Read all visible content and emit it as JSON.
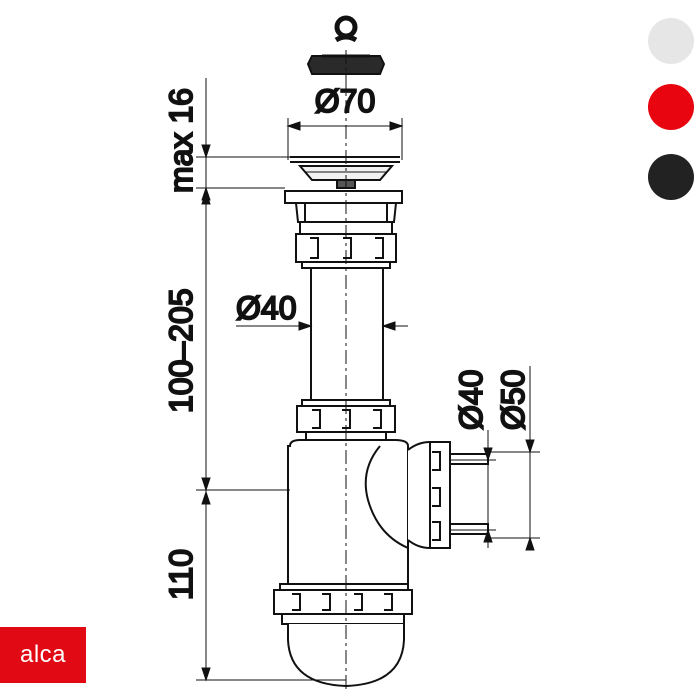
{
  "drawing": {
    "dimensions": {
      "strainer_height": "max 16",
      "strainer_diameter": "Ø70",
      "tube_length": "100–205",
      "tube_diameter": "Ø40",
      "outlet_diameter_small": "Ø40",
      "outlet_diameter_large": "Ø50",
      "bottle_height": "110"
    }
  },
  "color_options": [
    {
      "name": "white",
      "color": "#e6e6e6"
    },
    {
      "name": "red",
      "color": "#e8050f"
    },
    {
      "name": "black",
      "color": "#222222"
    }
  ],
  "brand": {
    "name": "alca",
    "color": "#e10a14"
  }
}
